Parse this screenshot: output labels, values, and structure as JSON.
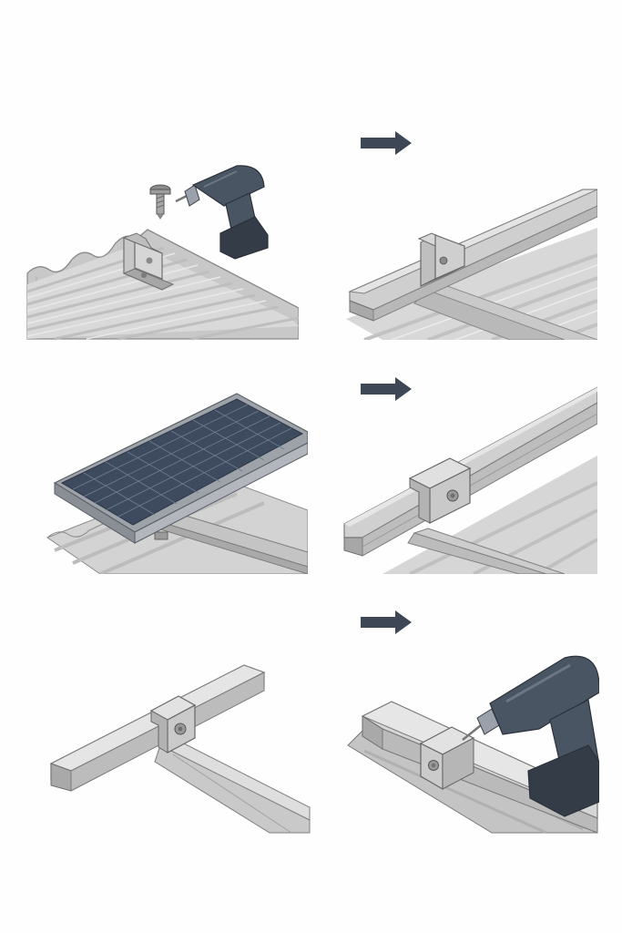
{
  "diagram": {
    "steps": [
      {
        "icons": [
          "screw-icon",
          "drill-icon",
          "l-bracket-icon"
        ],
        "scene": "bracket-on-corrugated-roof"
      },
      {
        "icons": [
          "rail-icon",
          "l-bracket-icon"
        ],
        "scene": "rail-attached-to-bracket"
      },
      {
        "icons": [
          "solar-panel-icon"
        ],
        "scene": "panel-on-rails"
      },
      {
        "icons": [
          "rail-icon",
          "clamp-icon"
        ],
        "scene": "clamp-on-rail"
      },
      {
        "icons": [
          "rail-icon",
          "clamp-icon"
        ],
        "scene": "rail-crossing-rail"
      },
      {
        "icons": [
          "drill-icon",
          "clamp-icon",
          "rail-icon"
        ],
        "scene": "drill-tightening-clamp"
      }
    ],
    "arrows": [
      "arrow-right-icon",
      "arrow-right-icon",
      "arrow-right-icon"
    ],
    "colors": {
      "background": "#fefefe",
      "metal_light": "#d4d4d4",
      "metal_mid": "#b8b8b8",
      "metal_dark": "#9c9c9c",
      "outline": "#7c7c7c",
      "drill_body": "#4a5563",
      "drill_dark": "#343c47",
      "panel_cells": "#3e4a5e",
      "arrow": "#3e4756"
    }
  }
}
